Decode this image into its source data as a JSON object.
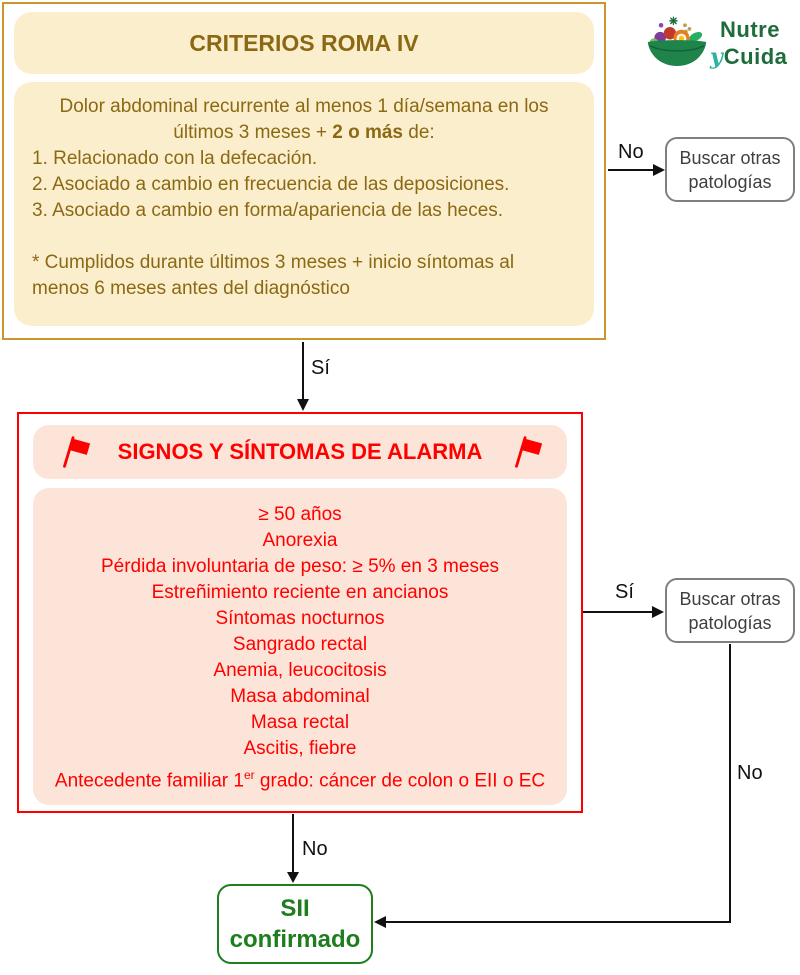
{
  "logo": {
    "word1": "Nutre",
    "word2": "y",
    "word3": "Cuida"
  },
  "roma_box": {
    "title": "CRITERIOS ROMA IV",
    "intro_line1": "Dolor abdominal recurrente al menos 1 día/semana en los",
    "intro_line2_pre": "últimos 3 meses + ",
    "intro_line2_bold": "2 o más",
    "intro_line2_post": " de:",
    "items": [
      "1. Relacionado con la defecación.",
      "2. Asociado a cambio en frecuencia de las deposiciones.",
      "3. Asociado a cambio en forma/apariencia de las heces."
    ],
    "note": "* Cumplidos durante últimos 3 meses + inicio síntomas al menos 6 meses antes del diagnóstico"
  },
  "alarm_box": {
    "title": "SIGNOS Y SÍNTOMAS DE ALARMA",
    "items": [
      "≥ 50 años",
      "Anorexia",
      "Pérdida involuntaria de peso: ≥ 5% en 3 meses",
      "Estreñimiento reciente en ancianos",
      "Síntomas nocturnos",
      "Sangrado rectal",
      "Anemia, leucocitosis",
      "Masa abdominal",
      "Masa rectal",
      "Ascitis, fiebre"
    ],
    "last_item": {
      "pre": "Antecedente familiar 1",
      "sup": "er",
      "post": " grado: cáncer de colon o EII o EC"
    }
  },
  "buscar_box_1": {
    "line1": "Buscar otras",
    "line2": "patologías"
  },
  "buscar_box_2": {
    "line1": "Buscar otras",
    "line2": "patologías"
  },
  "sii_box": {
    "line1": "SII",
    "line2": "confirmado"
  },
  "labels": {
    "no_top": "No",
    "si_top": "Sí",
    "si_right": "Sí",
    "no_bottom": "No",
    "no_right": "No"
  },
  "colors": {
    "gold_border": "#C8962C",
    "cream_fill": "#FBEECD",
    "brown_text": "#8B6914",
    "alarm_red": "#FF0000",
    "peach_fill": "#FCE5D8",
    "confirm_green": "#1E7E1E",
    "neutral_border": "#7F7F7F",
    "neutral_text": "#3F3F3F",
    "connector_black": "#111111",
    "logo_green": "#1E6B3C",
    "logo_teal": "#2AB3A3"
  }
}
